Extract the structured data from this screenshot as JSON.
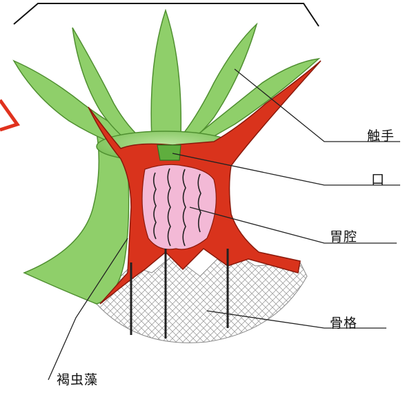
{
  "labels": {
    "tentacle": "触手",
    "mouth": "口",
    "gastric_cavity": "胃腔",
    "skeleton": "骨格",
    "zooxanthellae": "褐虫藻"
  },
  "colors": {
    "ectoderm_green": "#8fcf6a",
    "ectoderm_dark_green": "#5fae3e",
    "endoderm_red": "#d9331c",
    "gut_pink": "#f3b9d6",
    "skeleton_hatch": "#9a9a9a",
    "callout_red": "#e0321e"
  }
}
